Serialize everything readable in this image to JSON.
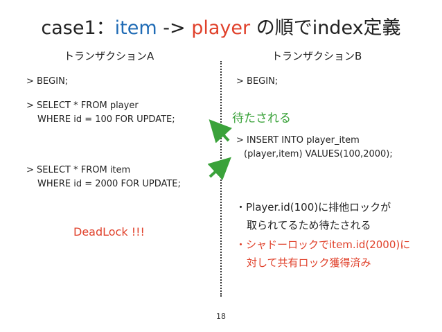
{
  "title": {
    "prefix": "case1：",
    "item": "item",
    "arrow": " -> ",
    "player": "player",
    "suffix": " の順でindex定義"
  },
  "colors": {
    "item": "#1f6bb5",
    "player": "#e0412b",
    "green": "#3aa23a"
  },
  "transaction_a": {
    "header": "トランザクションA",
    "begin": "> BEGIN;",
    "select_player_1": "> SELECT * FROM player",
    "select_player_2": "WHERE id = 100 FOR UPDATE;",
    "select_item_1": "> SELECT * FROM item",
    "select_item_2": "WHERE id = 2000 FOR UPDATE;"
  },
  "transaction_b": {
    "header": "トランザクションB",
    "begin": "> BEGIN;",
    "insert_1": "> INSERT INTO player_item",
    "insert_2": "(player,item) VALUES(100,2000);"
  },
  "wait_label": "待たされる",
  "notes": {
    "bullet": "・",
    "note1_line1": "Player.id(100)に排他ロックが",
    "note1_line2": "取られてるため待たされる",
    "note2_line1": "シャドーロックでitem.id(2000)に",
    "note2_line2": "対して共有ロック獲得済み"
  },
  "deadlock": "DeadLock !!!",
  "page_number": "18"
}
